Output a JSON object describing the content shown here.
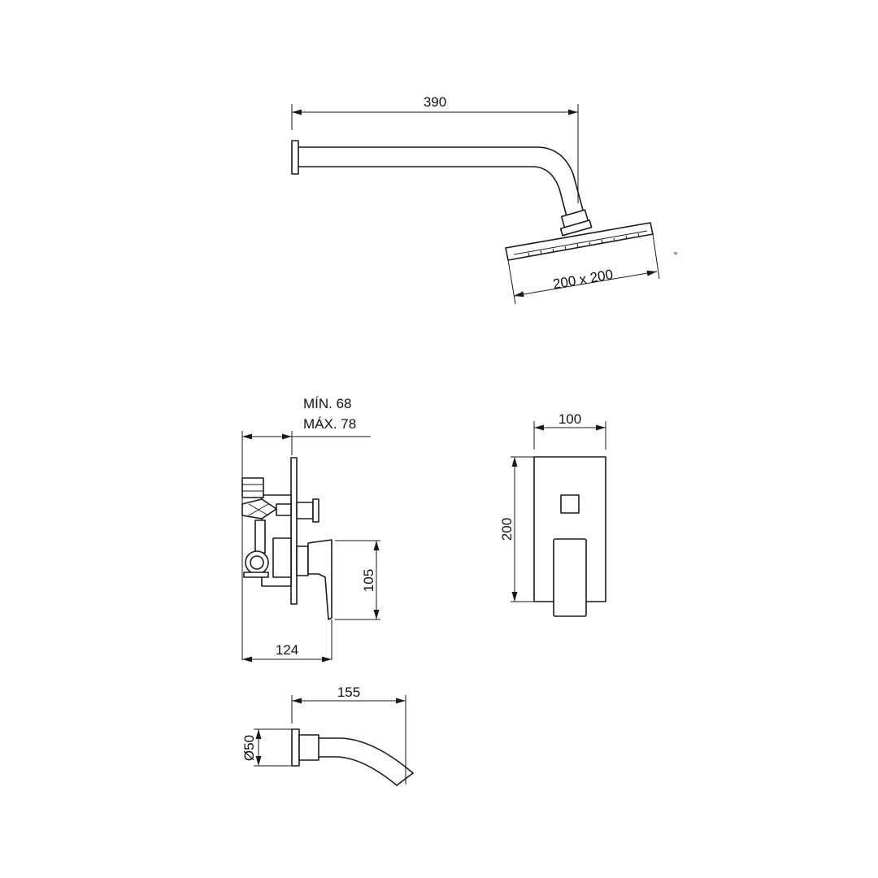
{
  "dimensions": {
    "arm_length": "390",
    "head_size": "200 x 200",
    "depth_min": "MÍN. 68",
    "depth_max": "MÁX. 78",
    "valve_depth": "124",
    "lever_height": "105",
    "plate_width": "100",
    "plate_height": "200",
    "spout_length": "155",
    "spout_diameter": "Ø50"
  },
  "colors": {
    "line": "#1a1a1a",
    "background": "#ffffff"
  }
}
